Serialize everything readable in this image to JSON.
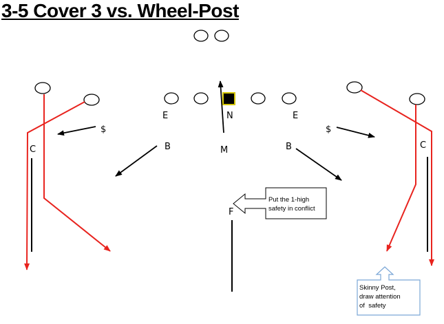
{
  "title": "3-5 Cover 3 vs. Wheel-Post",
  "labels": {
    "e_left": "E",
    "nose": "N",
    "e_right": "E",
    "b_left": "B",
    "mike": "M",
    "b_right": "B",
    "money_left": "$",
    "money_right": "$",
    "corner_left": "C",
    "corner_right": "C",
    "free_safety": "F"
  },
  "callouts": {
    "safety_conflict": [
      "Put the 1-high",
      "safety in conflict"
    ],
    "skinny_post": [
      "Skinny Post,",
      "draw attention",
      "of  safety"
    ]
  },
  "colors": {
    "route": "#e8231e",
    "defense": "#000000",
    "center_fill": "#000000",
    "center_border": "#d4c600",
    "callout_border": "#7aa6d6"
  }
}
